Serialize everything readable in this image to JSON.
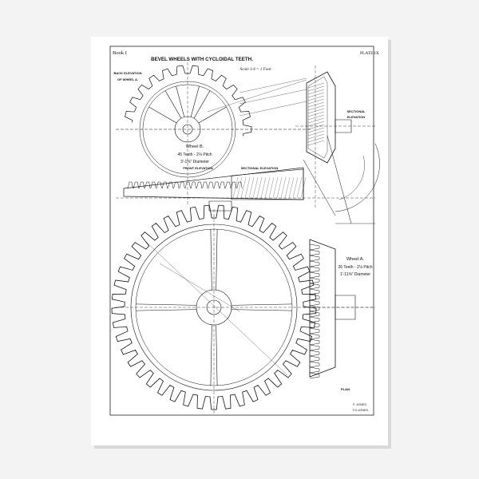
{
  "plate": {
    "book_label": "Book I",
    "plate_label": "PLATE IX",
    "title": "BEVEL WHEELS WITH CYCLOIDAL TEETH.",
    "scale": "Scale 1/4 = 1 Foot",
    "signature_line1": "F. JONES.",
    "signature_line2": "T.G.JONES."
  },
  "views": {
    "back_elevation_line1": "BACK ELEVATION",
    "back_elevation_line2": "OF WHEEL A.",
    "sectional_elevation_line1": "SECTIONAL",
    "sectional_elevation_line2": "ELEVATION",
    "front_elevation": "FRONT ELEVATION",
    "sectional_elevation_mid": "SECTIONAL ELEVATION",
    "plan": "PLAN."
  },
  "wheel_b": {
    "name": "Wheel B.",
    "teeth": "45 Teeth - 2⅛ Pitch",
    "diameter": "3'-1⅝\" Diameter"
  },
  "wheel_a": {
    "name": "Wheel A.",
    "teeth": "26 Teeth - 2⅛ Pitch",
    "diameter": "1'-11⅝\" Diameter"
  },
  "colors": {
    "paper": "#ffffff",
    "ink": "#111111",
    "frame": "#e9e9e9"
  }
}
